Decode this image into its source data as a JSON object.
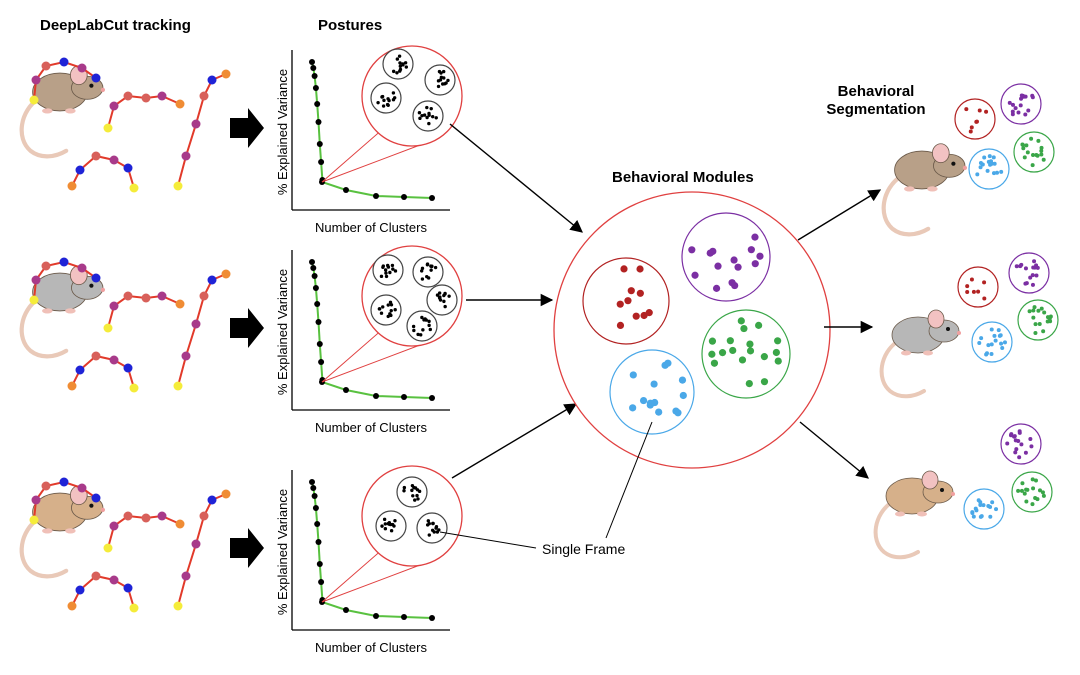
{
  "labels": {
    "tracking_title": "DeepLabCut tracking",
    "postures_title": "Postures",
    "modules_title": "Behavioral Modules",
    "segmentation_line1": "Behavioral",
    "segmentation_line2": "Segmentation",
    "single_frame": "Single Frame",
    "y_axis": "% Explained Variance",
    "x_axis": "Number of Clusters"
  },
  "colors": {
    "red": "#b22222",
    "purple": "#7b2fa3",
    "green": "#3aa648",
    "blue": "#4aa8e8",
    "ring": "#e04040",
    "skeleton_line": "#e23a2a",
    "elbow_curve": "#59c140",
    "kp_orange": "#f08c34",
    "kp_blue": "#1f23d6",
    "kp_magenta": "#a83a8a",
    "kp_salmon": "#d8605a",
    "kp_yellow": "#f5ec3a"
  },
  "mouse_colors": [
    "#b8a088",
    "#b7b7b7",
    "#d6b08a"
  ]
}
